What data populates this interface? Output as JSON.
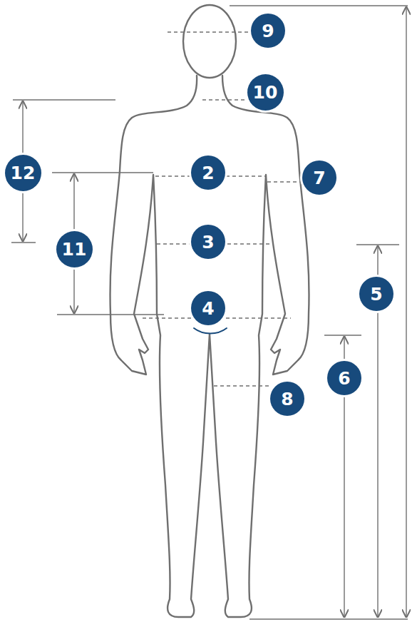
{
  "diagram": {
    "nodes": [
      {
        "text": [
          "9"
        ]
      },
      {
        "text": [
          "10"
        ]
      },
      {
        "text": [
          "12"
        ]
      },
      {
        "text": [
          "2"
        ]
      },
      {
        "text": [
          "7"
        ]
      },
      {
        "text": [
          "11"
        ]
      },
      {
        "text": [
          "3"
        ]
      },
      {
        "text": [
          "5"
        ]
      },
      {
        "text": [
          "4"
        ]
      },
      {
        "text": [
          "6"
        ]
      },
      {
        "text": [
          "8"
        ]
      }
    ]
  }
}
